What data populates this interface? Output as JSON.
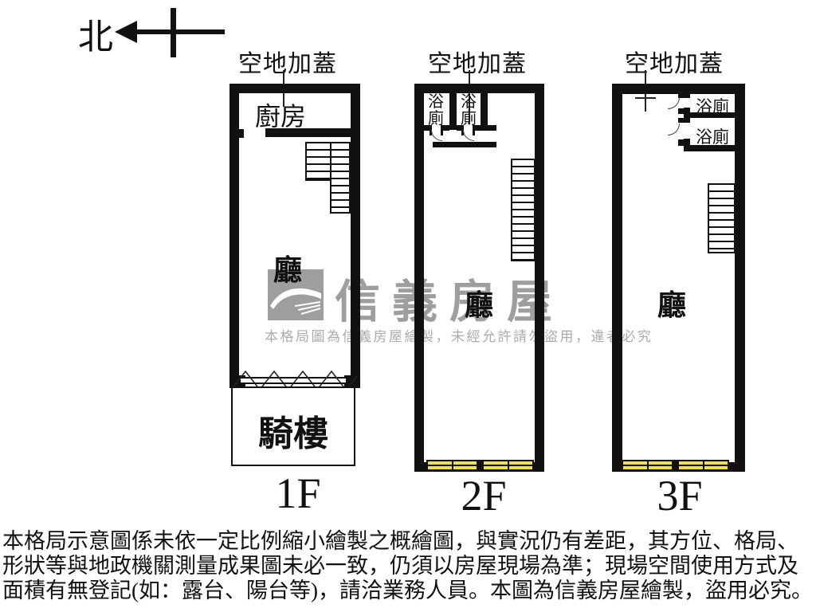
{
  "compass": {
    "label": "北"
  },
  "watermark": {
    "brand": "信義房屋",
    "notice": "本格局圖為信義房屋繪製，未經允許請勿盜用，違者必究"
  },
  "floors": [
    {
      "label": "1F",
      "rooftop": "空地加蓋",
      "kitchen": "廚房",
      "living": "廳",
      "arcade": "騎樓"
    },
    {
      "label": "2F",
      "rooftop": "空地加蓋",
      "bath1": "浴廁",
      "bath2": "浴廁",
      "living": "廳"
    },
    {
      "label": "3F",
      "rooftop": "空地加蓋",
      "bath1": "浴廁",
      "bath2": "浴廁",
      "living": "廳"
    }
  ],
  "disclaimer": [
    "本格局示意圖係未依一定比例縮小繪製之概繪圖，與實況仍有差距，其方位、格局、",
    "形狀等與地政機關測量成果圖未必一致，仍須以房屋現場為準；現場空間使用方式及",
    "面積有無登記(如：露台、陽台等)，請洽業務人員。本圖為信義房屋繪製，盜用必究。"
  ],
  "colors": {
    "wall": "#111111",
    "window": "#F0E445",
    "watermark_gray": "#9E9E9E"
  }
}
